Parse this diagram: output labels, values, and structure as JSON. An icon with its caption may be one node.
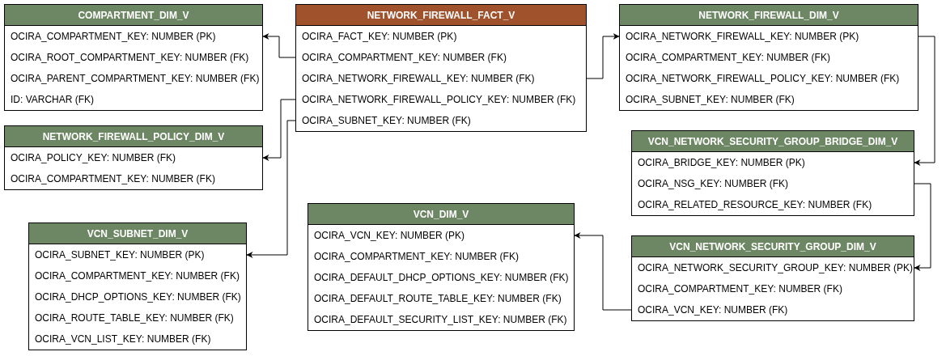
{
  "diagram": {
    "nodes": [
      {
        "text": [
          "COMPARTMENT_DIM_V"
        ]
      },
      {
        "text": [
          "OCIRA_COMPARTMENT_KEY: NUMBER (PK)"
        ],
        "in": 0
      },
      {
        "text": [
          "OCIRA_ROOT_COMPARTMENT_KEY: NUMBER (FK)"
        ],
        "in": 0
      },
      {
        "text": [
          "OCIRA_PARENT_COMPARTMENT_KEY: NUMBER (FK)"
        ],
        "in": 0
      },
      {
        "text": [
          "ID: VARCHAR (FK)"
        ],
        "in": 0
      },
      {
        "text": [
          "NETWORK_FIREWALL_FACT_V"
        ]
      },
      {
        "text": [
          "OCIRA_FACT_KEY: NUMBER (PK)"
        ],
        "in": 5
      },
      {
        "text": [
          "OCIRA_COMPARTMENT_KEY: NUMBER (FK)"
        ],
        "in": 5
      },
      {
        "text": [
          "OCIRA_NETWORK_FIREWALL_KEY: NUMBER (FK)"
        ],
        "in": 5
      },
      {
        "text": [
          "OCIRA_NETWORK_FIREWALL_POLICY_KEY: NUMBER (FK)"
        ],
        "in": 5
      },
      {
        "text": [
          "OCIRA_SUBNET_KEY: NUMBER (FK)"
        ],
        "in": 5
      },
      {
        "text": [
          "NETWORK_FIREWALL_DIM_V"
        ]
      },
      {
        "text": [
          "OCIRA_NETWORK_FIREWALL_KEY: NUMBER (PK)"
        ],
        "in": 11
      },
      {
        "text": [
          "OCIRA_COMPARTMENT_KEY: NUMBER (FK)"
        ],
        "in": 11
      },
      {
        "text": [
          "OCIRA_NETWORK_FIREWALL_POLICY_KEY: NUMBER (FK)"
        ],
        "in": 11
      },
      {
        "text": [
          "OCIRA_SUBNET_KEY: NUMBER (FK)"
        ],
        "in": 11
      },
      {
        "text": [
          "NETWORK_FIREWALL_POLICY_DIM_V"
        ]
      },
      {
        "text": [
          "OCIRA_POLICY_KEY: NUMBER (FK)"
        ],
        "in": 16
      },
      {
        "text": [
          "OCIRA_COMPARTMENT_KEY: NUMBER (FK)"
        ],
        "in": 16
      },
      {
        "text": [
          "VCN_NETWORK_SECURITY_GROUP_BRIDGE_DIM_V"
        ]
      },
      {
        "text": [
          "OCIRA_BRIDGE_KEY: NUMBER (PK)"
        ],
        "in": 19
      },
      {
        "text": [
          "OCIRA_NSG_KEY: NUMBER (FK)"
        ],
        "in": 19
      },
      {
        "text": [
          "OCIRA_RELATED_RESOURCE_KEY: NUMBER (FK)"
        ],
        "in": 19
      },
      {
        "text": [
          "VCN_SUBNET_DIM_V"
        ]
      },
      {
        "text": [
          "OCIRA_SUBNET_KEY: NUMBER (PK)"
        ],
        "in": 23
      },
      {
        "text": [
          "OCIRA_COMPARTMENT_KEY: NUMBER (FK)"
        ],
        "in": 23
      },
      {
        "text": [
          "OCIRA_DHCP_OPTIONS_KEY: NUMBER (FK)"
        ],
        "in": 23
      },
      {
        "text": [
          "OCIRA_ROUTE_TABLE_KEY: NUMBER (FK)"
        ],
        "in": 23
      },
      {
        "text": [
          "OCIRA_VCN_LIST_KEY: NUMBER (FK)"
        ],
        "in": 23
      },
      {
        "text": [
          "VCN_DIM_V"
        ]
      },
      {
        "text": [
          "OCIRA_VCN_KEY: NUMBER (PK)"
        ],
        "in": 29
      },
      {
        "text": [
          "OCIRA_COMPARTMENT_KEY: NUMBER (FK)"
        ],
        "in": 29
      },
      {
        "text": [
          "OCIRA_DEFAULT_DHCP_OPTIONS_KEY: NUMBER (FK)"
        ],
        "in": 29
      },
      {
        "text": [
          "OCIRA_DEFAULT_ROUTE_TABLE_KEY: NUMBER (FK)"
        ],
        "in": 29
      },
      {
        "text": [
          "OCIRA_DEFAULT_SECURITY_LIST_KEY: NUMBER (FK)"
        ],
        "in": 29
      },
      {
        "text": [
          "VCN_NETWORK_SECURITY_GROUP_DIM_V"
        ]
      },
      {
        "text": [
          "OCIRA_NETWORK_SECURITY_GROUP_KEY: NUMBER (PK)"
        ],
        "in": 35
      },
      {
        "text": [
          "OCIRA_COMPARTMENT_KEY: NUMBER (FK)"
        ],
        "in": 35
      },
      {
        "text": [
          "OCIRA_VCN_KEY: NUMBER (FK)"
        ],
        "in": 35
      }
    ],
    "edges": [
      {
        "from": 7,
        "to": 1,
        "arrow": "to"
      },
      {
        "from": 8,
        "to": 12,
        "arrow": "to"
      },
      {
        "from": 9,
        "to": 17,
        "arrow": "to"
      },
      {
        "from": 10,
        "to": 24,
        "arrow": "to"
      },
      {
        "from": 12,
        "to": 20,
        "arrow": "to"
      },
      {
        "from": 21,
        "to": 36,
        "arrow": "to"
      },
      {
        "from": 38,
        "to": 30,
        "arrow": "to"
      }
    ]
  }
}
